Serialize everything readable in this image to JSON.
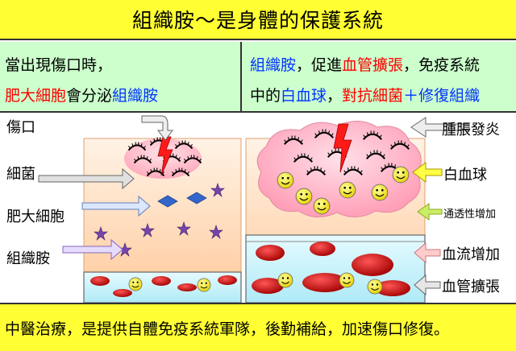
{
  "title": "組織胺～是身體的保護系統",
  "header": {
    "left_line1": "當出現傷口時，",
    "left_line2_red": "肥大細胞",
    "left_line2_mid": "會分泌",
    "left_line2_blue": "組織胺",
    "right_line1_blue": "組織胺",
    "right_line1_mid": "，促進",
    "right_line1_red": "血管擴張",
    "right_line1_end": "，免疫系統",
    "right_line2_start": "中的",
    "right_line2_blue": "白血球",
    "right_line2_sep": "，",
    "right_line2_red": "對抗細菌",
    "right_line2_plus": "＋",
    "right_line2_blue2": "修復組織"
  },
  "left_labels": {
    "wound": "傷口",
    "bacteria": "細菌",
    "mast_cell": "肥大細胞",
    "histamine": "組織胺"
  },
  "right_labels": {
    "swelling": "腫脹發炎",
    "white_blood_cell": "白血球",
    "permeability": "通透性增加",
    "blood_flow": "血流增加",
    "vasodilation": "血管擴張"
  },
  "footer": "中醫治療，是提供自體免疫系統軍隊，後勤補給，加速傷口修復。",
  "colors": {
    "title_bg": "#ffff33",
    "header_bg": "#ccffcc",
    "tissue": "#ffd9b3",
    "vessel": "#ccf5ff",
    "red_cell": "#cc1111",
    "wbc": "#ffff00",
    "mast_cell": "#3366cc",
    "histamine": "#7744aa",
    "swelling": "#ffb3c6",
    "wound": "#ff0000"
  }
}
